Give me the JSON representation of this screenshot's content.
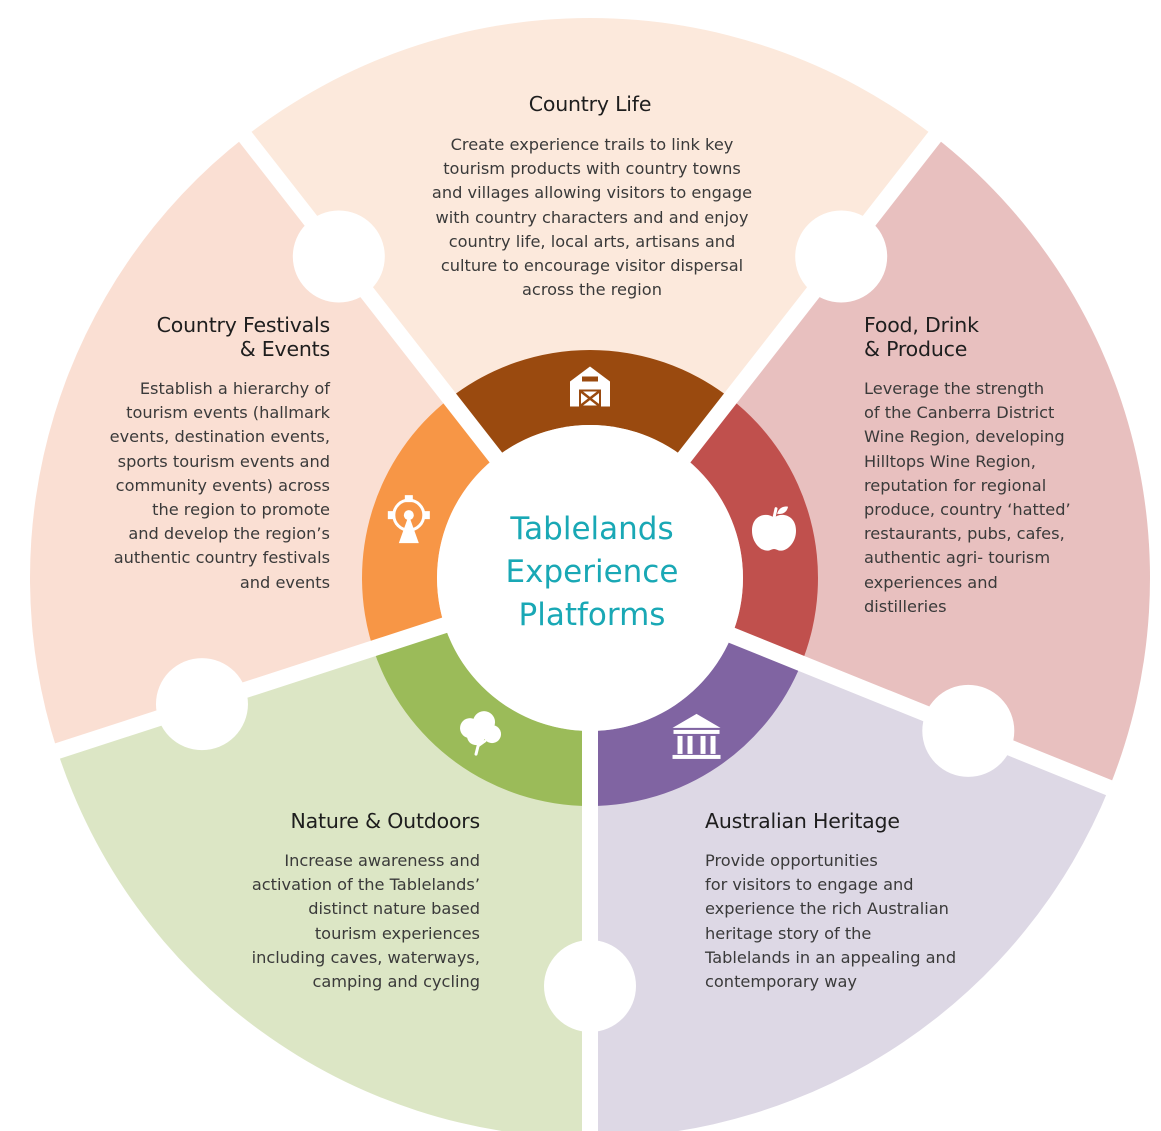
{
  "hub": {
    "label": "Tablelands\nExperience\nPlatforms",
    "color": "#19a8b5"
  },
  "segments": [
    {
      "id": "country-life",
      "title": "Country Life",
      "body": "Create experience trails to link key\ntourism products with country towns\nand villages allowing visitors to engage\nwith country characters and and enjoy\ncountry life, local arts, artisans and\nculture to encourage visitor dispersal\nacross the region",
      "outer_color": "#fce9dc",
      "inner_color": "#9a4a0f",
      "icon": "barn-icon"
    },
    {
      "id": "food-drink-produce",
      "title": "Food, Drink\n& Produce",
      "body": "Leverage the strength\nof the Canberra District\nWine Region, developing\nHilltops Wine Region,\nreputation for regional\nproduce, country ‘hatted’\nrestaurants, pubs, cafes,\nauthentic agri- tourism\nexperiences and\ndistilleries",
      "outer_color": "#e8c0bf",
      "inner_color": "#c0504d",
      "icon": "apple-icon"
    },
    {
      "id": "australian-heritage",
      "title": "Australian Heritage",
      "body": "Provide opportunities\nfor visitors to engage and\nexperience the rich Australian\nheritage story of the\nTablelands in an appealing and\ncontemporary way",
      "outer_color": "#ddd8e5",
      "inner_color": "#8064a2",
      "icon": "museum-icon"
    },
    {
      "id": "nature-outdoors",
      "title": "Nature & Outdoors",
      "body": "Increase awareness and\nactivation of the Tablelands’\ndistinct nature based\ntourism experiences\nincluding caves, waterways,\ncamping and cycling",
      "outer_color": "#dce6c5",
      "inner_color": "#9bbb59",
      "icon": "tree-icon"
    },
    {
      "id": "country-festivals-events",
      "title": "Country Festivals\n& Events",
      "body": "Establish a hierarchy of\ntourism events (hallmark\nevents, destination events,\nsports tourism events and\ncommunity events) across\nthe region to promote\nand develop the region’s\nauthentic country festivals\nand events",
      "outer_color": "#fadfd3",
      "inner_color": "#f79646",
      "icon": "ferris-wheel-icon"
    }
  ]
}
